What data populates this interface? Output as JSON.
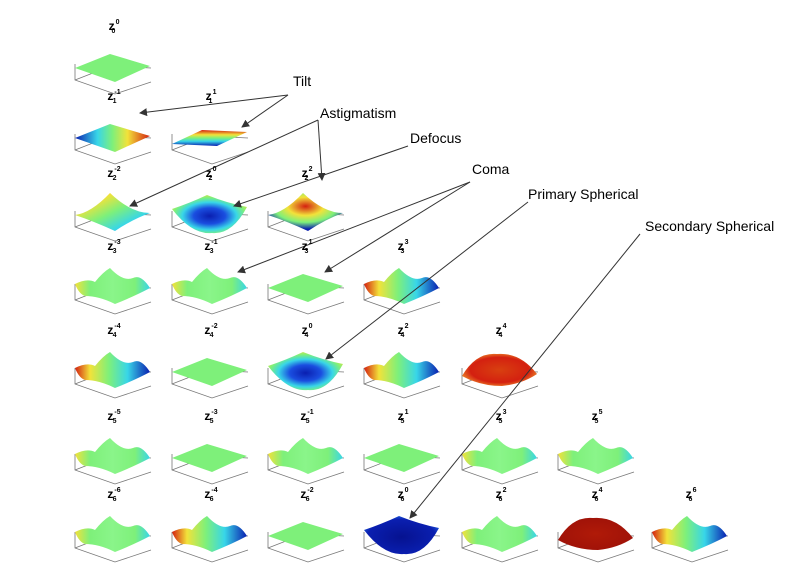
{
  "terms": [
    {
      "id": "z0_0",
      "n": "0",
      "m": "0",
      "surface": "flat-green"
    },
    {
      "id": "z1_-1",
      "n": "1",
      "m": "-1",
      "surface": "tilt-x"
    },
    {
      "id": "z1_1",
      "n": "1",
      "m": "1",
      "surface": "tilt-y"
    },
    {
      "id": "z2_-2",
      "n": "2",
      "m": "-2",
      "surface": "saddle"
    },
    {
      "id": "z2_0",
      "n": "2",
      "m": "0",
      "surface": "bowl-blue"
    },
    {
      "id": "z2_2",
      "n": "2",
      "m": "2",
      "surface": "saddle-red"
    },
    {
      "id": "z3_-3",
      "n": "3",
      "m": "-3",
      "surface": "wavy"
    },
    {
      "id": "z3_-1",
      "n": "3",
      "m": "-1",
      "surface": "wavy"
    },
    {
      "id": "z3_1",
      "n": "3",
      "m": "1",
      "surface": "flat-green"
    },
    {
      "id": "z3_3",
      "n": "3",
      "m": "3",
      "surface": "wavy-strong"
    },
    {
      "id": "z4_-4",
      "n": "4",
      "m": "-4",
      "surface": "wavy-strong"
    },
    {
      "id": "z4_-2",
      "n": "4",
      "m": "-2",
      "surface": "flat-green"
    },
    {
      "id": "z4_0",
      "n": "4",
      "m": "0",
      "surface": "bowl-blue"
    },
    {
      "id": "z4_2",
      "n": "4",
      "m": "2",
      "surface": "wavy-strong"
    },
    {
      "id": "z4_4",
      "n": "4",
      "m": "4",
      "surface": "dome-red"
    },
    {
      "id": "z5_-5",
      "n": "5",
      "m": "-5",
      "surface": "wavy"
    },
    {
      "id": "z5_-3",
      "n": "5",
      "m": "-3",
      "surface": "flat-green"
    },
    {
      "id": "z5_-1",
      "n": "5",
      "m": "-1",
      "surface": "wavy"
    },
    {
      "id": "z5_1",
      "n": "5",
      "m": "1",
      "surface": "flat-green"
    },
    {
      "id": "z5_3",
      "n": "5",
      "m": "3",
      "surface": "wavy"
    },
    {
      "id": "z5_5",
      "n": "5",
      "m": "5",
      "surface": "wavy"
    },
    {
      "id": "z6_-6",
      "n": "6",
      "m": "-6",
      "surface": "wavy"
    },
    {
      "id": "z6_-4",
      "n": "6",
      "m": "-4",
      "surface": "wavy-strong"
    },
    {
      "id": "z6_-2",
      "n": "6",
      "m": "-2",
      "surface": "flat-green"
    },
    {
      "id": "z6_0",
      "n": "6",
      "m": "0",
      "surface": "bowl-blue-dark"
    },
    {
      "id": "z6_2",
      "n": "6",
      "m": "2",
      "surface": "wavy"
    },
    {
      "id": "z6_4",
      "n": "6",
      "m": "4",
      "surface": "dome-darkred"
    },
    {
      "id": "z6_6",
      "n": "6",
      "m": "6",
      "surface": "wavy-strong"
    }
  ],
  "callouts": {
    "tilt": "Tilt",
    "astigmatism": "Astigmatism",
    "defocus": "Defocus",
    "coma": "Coma",
    "primary_spherical": "Primary Spherical",
    "secondary_spherical": "Secondary Spherical"
  },
  "colors": {
    "green": "#7ef07a",
    "blue": "#0a1fb0",
    "red": "#d42010",
    "darkred": "#a01208",
    "yellow": "#f2e23a",
    "cyan": "#38d6e8"
  }
}
